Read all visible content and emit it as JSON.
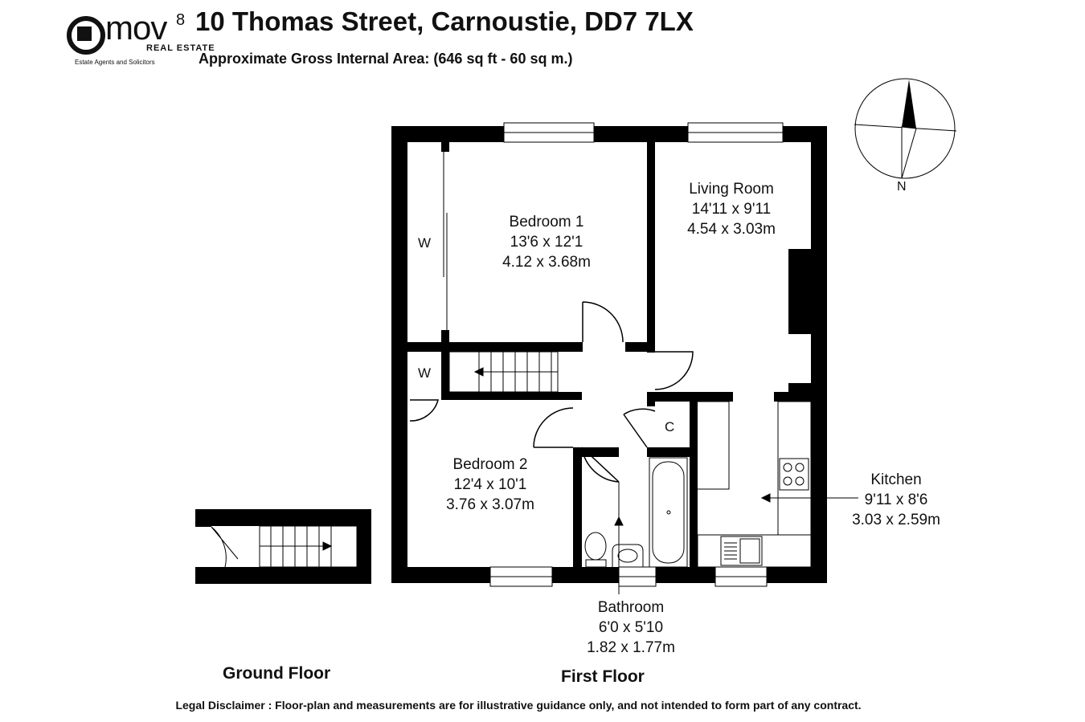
{
  "header": {
    "title": "10 Thomas Street, Carnoustie, DD7 7LX",
    "subtitle": "Approximate Gross Internal Area: (646 sq ft - 60 sq m.)"
  },
  "logo": {
    "word": "mov",
    "superscript": "8",
    "line2": "REAL ESTATE",
    "tagline": "Estate Agents and Solicitors"
  },
  "compass": {
    "label": "N"
  },
  "rooms": {
    "bedroom1": {
      "name": "Bedroom 1",
      "imperial": "13'6 x 12'1",
      "metric": "4.12 x 3.68m"
    },
    "living": {
      "name": "Living Room",
      "imperial": "14'11 x 9'11",
      "metric": "4.54 x 3.03m"
    },
    "bedroom2": {
      "name": "Bedroom 2",
      "imperial": "12'4 x 10'1",
      "metric": "3.76 x 3.07m"
    },
    "kitchen": {
      "name": "Kitchen",
      "imperial": "9'11 x 8'6",
      "metric": "3.03 x 2.59m"
    },
    "bathroom": {
      "name": "Bathroom",
      "imperial": "6'0 x 5'10",
      "metric": "1.82 x 1.77m"
    }
  },
  "markers": {
    "wardrobe1": "W",
    "wardrobe2": "W",
    "cupboard": "C"
  },
  "floors": {
    "ground": "Ground Floor",
    "first": "First Floor"
  },
  "disclaimer": "Legal Disclaimer : Floor-plan and measurements are for illustrative guidance only, and not intended to form part of any contract."
}
